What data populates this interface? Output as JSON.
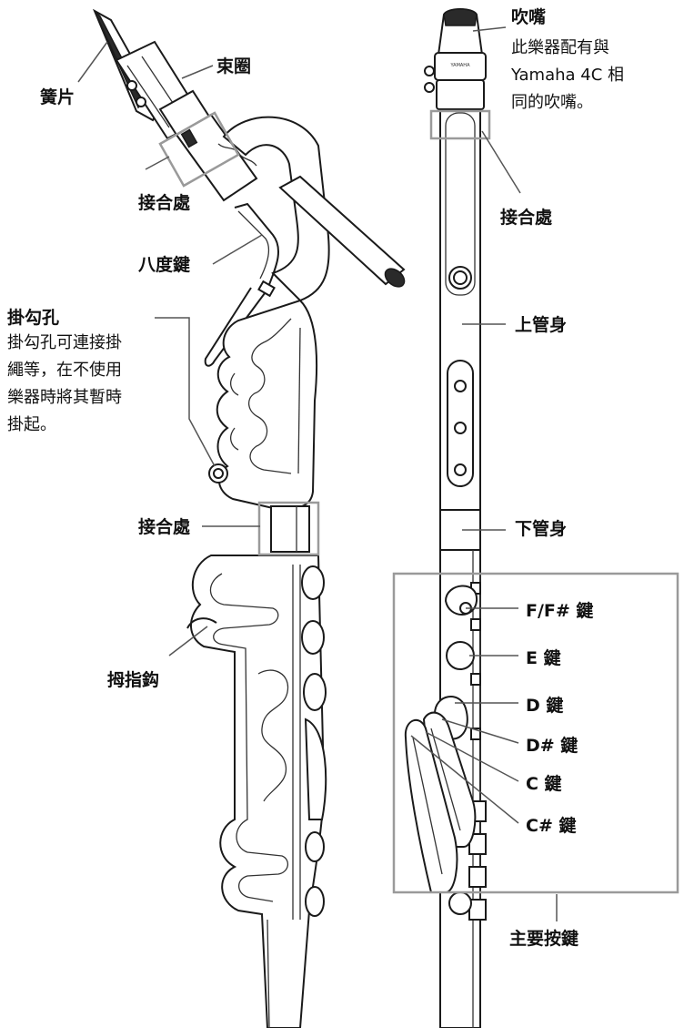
{
  "left": {
    "reed": "簧片",
    "ligature": "束圈",
    "joint_top": "接合處",
    "octave_key": "八度鍵",
    "strap_hook": {
      "title": "掛勾孔",
      "lines": [
        "掛勾孔可連接掛",
        "繩等，在不使用",
        "樂器時將其暫時",
        "掛起。"
      ]
    },
    "joint_mid": "接合處",
    "thumb_hook": "拇指鈎"
  },
  "right": {
    "mouthpiece": {
      "title": "吹嘴",
      "lines": [
        "此樂器配有與",
        "Yamaha 4C 相",
        "同的吹嘴。"
      ]
    },
    "joint": "接合處",
    "upper_joint": "上管身",
    "lower_joint": "下管身",
    "keys": {
      "f_key": "F/F# 鍵",
      "e_key": "E 鍵",
      "d_key": "D 鍵",
      "ds_key": "D# 鍵",
      "c_key": "C 鍵",
      "cs_key": "C# 鍵"
    },
    "main_keys": "主要按鍵"
  },
  "mouthpiece_logo": "YAMAHA"
}
